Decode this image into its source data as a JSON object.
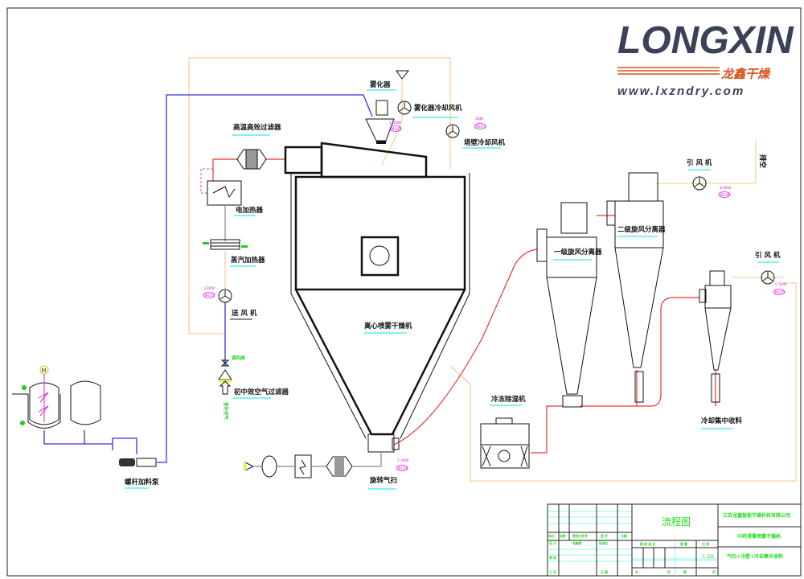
{
  "logo": {
    "brand": "LONGXIN",
    "cn": "龙鑫干燥",
    "url": "www.lxzndry.com",
    "colors": {
      "text": "#3b4257",
      "accent": "#d9541e"
    }
  },
  "labels": {
    "atomizer": "雾化器",
    "atomizer_fan": "雾化器冷却风机",
    "wall_fan": "塔壁冷却风机",
    "hepa": "高温高效过滤器",
    "elec_heater": "电加热器",
    "steam_heater": "蒸汽加热器",
    "supply_fan": "送 风 机",
    "damper": "调风阀",
    "prefilter": "初中效空气过滤器",
    "outdoor_air": "室外空气",
    "dryer": "离心喷雾干燥机",
    "sweep": "旋转气扫",
    "pump": "螺杆加料泵",
    "cyclone1": "一级旋风分离器",
    "cyclone2": "二级旋风分离器",
    "exhaust_fan1": "引 风 机",
    "exhaust_fan2": "引 风 机",
    "vent": "排空",
    "dehumidifier": "冷冻除湿机",
    "collect": "冷却集中收料",
    "motor_icon": "M"
  },
  "motors": {
    "m102": {
      "power": "1.5KW",
      "tag": "M102"
    },
    "m103": {
      "power": "3KW",
      "tag": "M103"
    },
    "m101": {
      "power": "22KW",
      "tag": "M101"
    },
    "m104": {
      "power": "2.2KW",
      "tag": "M104"
    },
    "m106": {
      "power": "4.5KW",
      "tag": "M106"
    },
    "m105": {
      "power": "5.5KW",
      "tag": "M105"
    }
  },
  "title_block": {
    "drawing": "流程图",
    "company": "江苏龙鑫智能干燥科技有限公司",
    "product": "中药浸膏喷雾干燥机",
    "config": "气扫+冷壁+冷却集中收料",
    "scale": "1:20",
    "h_mark": "标记",
    "h_count": "处数",
    "h_doc": "更改文件号",
    "h_sign": "签 字",
    "h_date": "日期",
    "design": "设 计",
    "cad": "电脑图",
    "std": "标准化",
    "review": "审 核",
    "process": "工 艺",
    "date2": "日 期",
    "fig_mark": "图 样 标 记",
    "weight": "重 量",
    "ratio": "比 例",
    "total": "共",
    "page": "页",
    "nth": "第",
    "page2": "页"
  }
}
